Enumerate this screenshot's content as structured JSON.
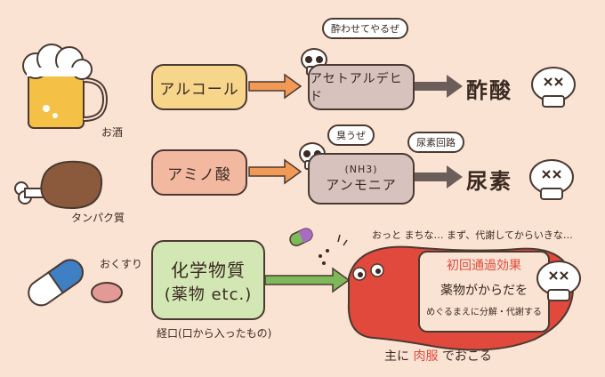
{
  "row1": {
    "source_label": "お酒",
    "box1": "アルコール",
    "box2": "アセトアルデヒド",
    "bubble": "酔わせてやるぜ",
    "result": "酢酸"
  },
  "row2": {
    "source_label": "タンパク質",
    "box1": "アミノ酸",
    "box2_sub": "(NH3)",
    "box2": "アンモニア",
    "bubble": "臭うぜ",
    "bubble2": "尿素回路",
    "result": "尿素"
  },
  "row3": {
    "source_label": "おくすり",
    "box1_line1": "化学物質",
    "box1_line2": "(薬物 etc.)",
    "route": "経口(口から入ったもの)",
    "speech": "おっと まちな… まず、代謝してからいきな…",
    "liver_title": "初回通過効果",
    "liver_line1": "薬物がからだを",
    "liver_line2": "めぐるまえに分解・代謝する",
    "footer_pre": "主に",
    "footer_red": "肉服",
    "footer_post": "でおこる"
  },
  "colors": {
    "background": "#fbe3d3",
    "liver": "#e0493c",
    "arrow_orange": "#f29a55",
    "arrow_gray": "#6b5e5a",
    "arrow_green": "#7db85a"
  }
}
